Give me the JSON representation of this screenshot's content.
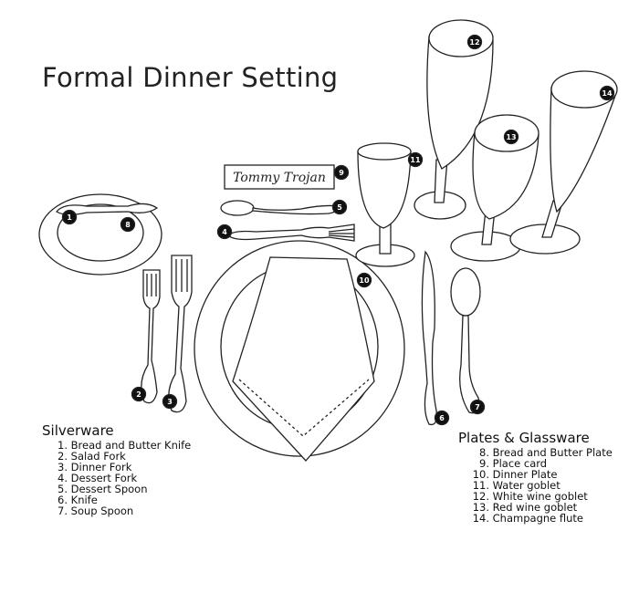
{
  "title": "Formal Dinner Setting",
  "place_card": "Tommy Trojan",
  "silverware": {
    "heading": "Silverware",
    "items": [
      {
        "num": "1.",
        "label": "Bread and Butter Knife"
      },
      {
        "num": "2.",
        "label": "Salad Fork"
      },
      {
        "num": "3.",
        "label": "Dinner Fork"
      },
      {
        "num": "4.",
        "label": "Dessert Fork"
      },
      {
        "num": "5.",
        "label": "Dessert Spoon"
      },
      {
        "num": "6.",
        "label": "Knife"
      },
      {
        "num": "7.",
        "label": "Soup Spoon"
      }
    ]
  },
  "plates_glassware": {
    "heading": "Plates & Glassware",
    "items": [
      {
        "num": "8.",
        "label": "Bread and Butter Plate"
      },
      {
        "num": "9.",
        "label": "Place card"
      },
      {
        "num": "10.",
        "label": "Dinner Plate"
      },
      {
        "num": "11.",
        "label": "Water goblet"
      },
      {
        "num": "12.",
        "label": "White wine goblet"
      },
      {
        "num": "13.",
        "label": "Red wine goblet"
      },
      {
        "num": "14.",
        "label": "Champagne flute"
      }
    ]
  },
  "badges": [
    "1",
    "2",
    "3",
    "4",
    "5",
    "6",
    "7",
    "8",
    "9",
    "10",
    "11",
    "12",
    "13",
    "14"
  ]
}
